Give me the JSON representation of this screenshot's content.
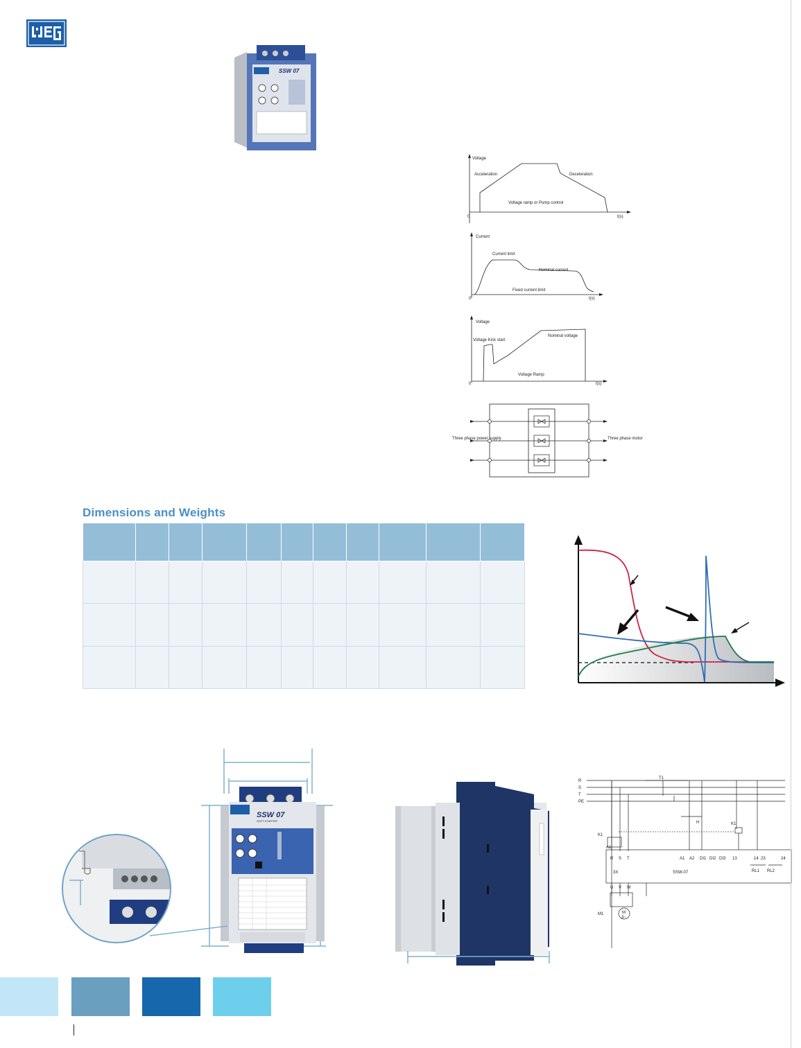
{
  "brand": {
    "logo_text": "WEG",
    "color": "#1d5fa8"
  },
  "product": {
    "label": "SSW 07",
    "sublabel": "SOFT-STARTER",
    "icon": "soft-starter-photo"
  },
  "graphs": {
    "voltage_ramp": {
      "ylabel": "Voltage",
      "xlabel": "t(s)",
      "origin": "0",
      "labels": [
        "Acceleration",
        "Deceleration",
        "Voltage ramp or Pump control"
      ]
    },
    "current_limit": {
      "ylabel": "Current",
      "xlabel": "t(s)",
      "origin": "0",
      "labels": [
        "Current limit",
        "Nominal current",
        "Fixed current limit"
      ]
    },
    "kick_start": {
      "ylabel": "Voltage",
      "xlabel": "t(s)",
      "origin": "0",
      "labels": [
        "Voltage Kick start",
        "Nominal voltage",
        "Voltage Ramp"
      ]
    },
    "power_schematic": {
      "left_label": "Three phase power supply",
      "right_label": "Three phase motor"
    }
  },
  "section": {
    "title": "Dimensions and Weights"
  },
  "table": {
    "columns": 11,
    "body_rows": 3
  },
  "colors": {
    "accent": "#4a90c4",
    "table_header": "#94bed8",
    "table_body": "#edf3f7",
    "curve_red": "#cc2244",
    "curve_blue": "#2f6db5",
    "curve_green": "#1f7a4f"
  },
  "wiring": {
    "labels": [
      "R",
      "S",
      "T",
      "PE",
      "T1",
      "K1",
      "A1",
      "R",
      "S",
      "T",
      "A1",
      "A2",
      "DI1",
      "DI2",
      "DI3",
      "13",
      "14",
      "23",
      "24",
      "RL1",
      "RL2",
      "3X",
      "SSW-07",
      "U",
      "V",
      "W",
      "M1",
      "M",
      "3~",
      "K1",
      "H"
    ]
  },
  "bottom_colors": [
    "#c2e5f7",
    "#6a9fbf",
    "#1767ad",
    "#6dcfec"
  ]
}
